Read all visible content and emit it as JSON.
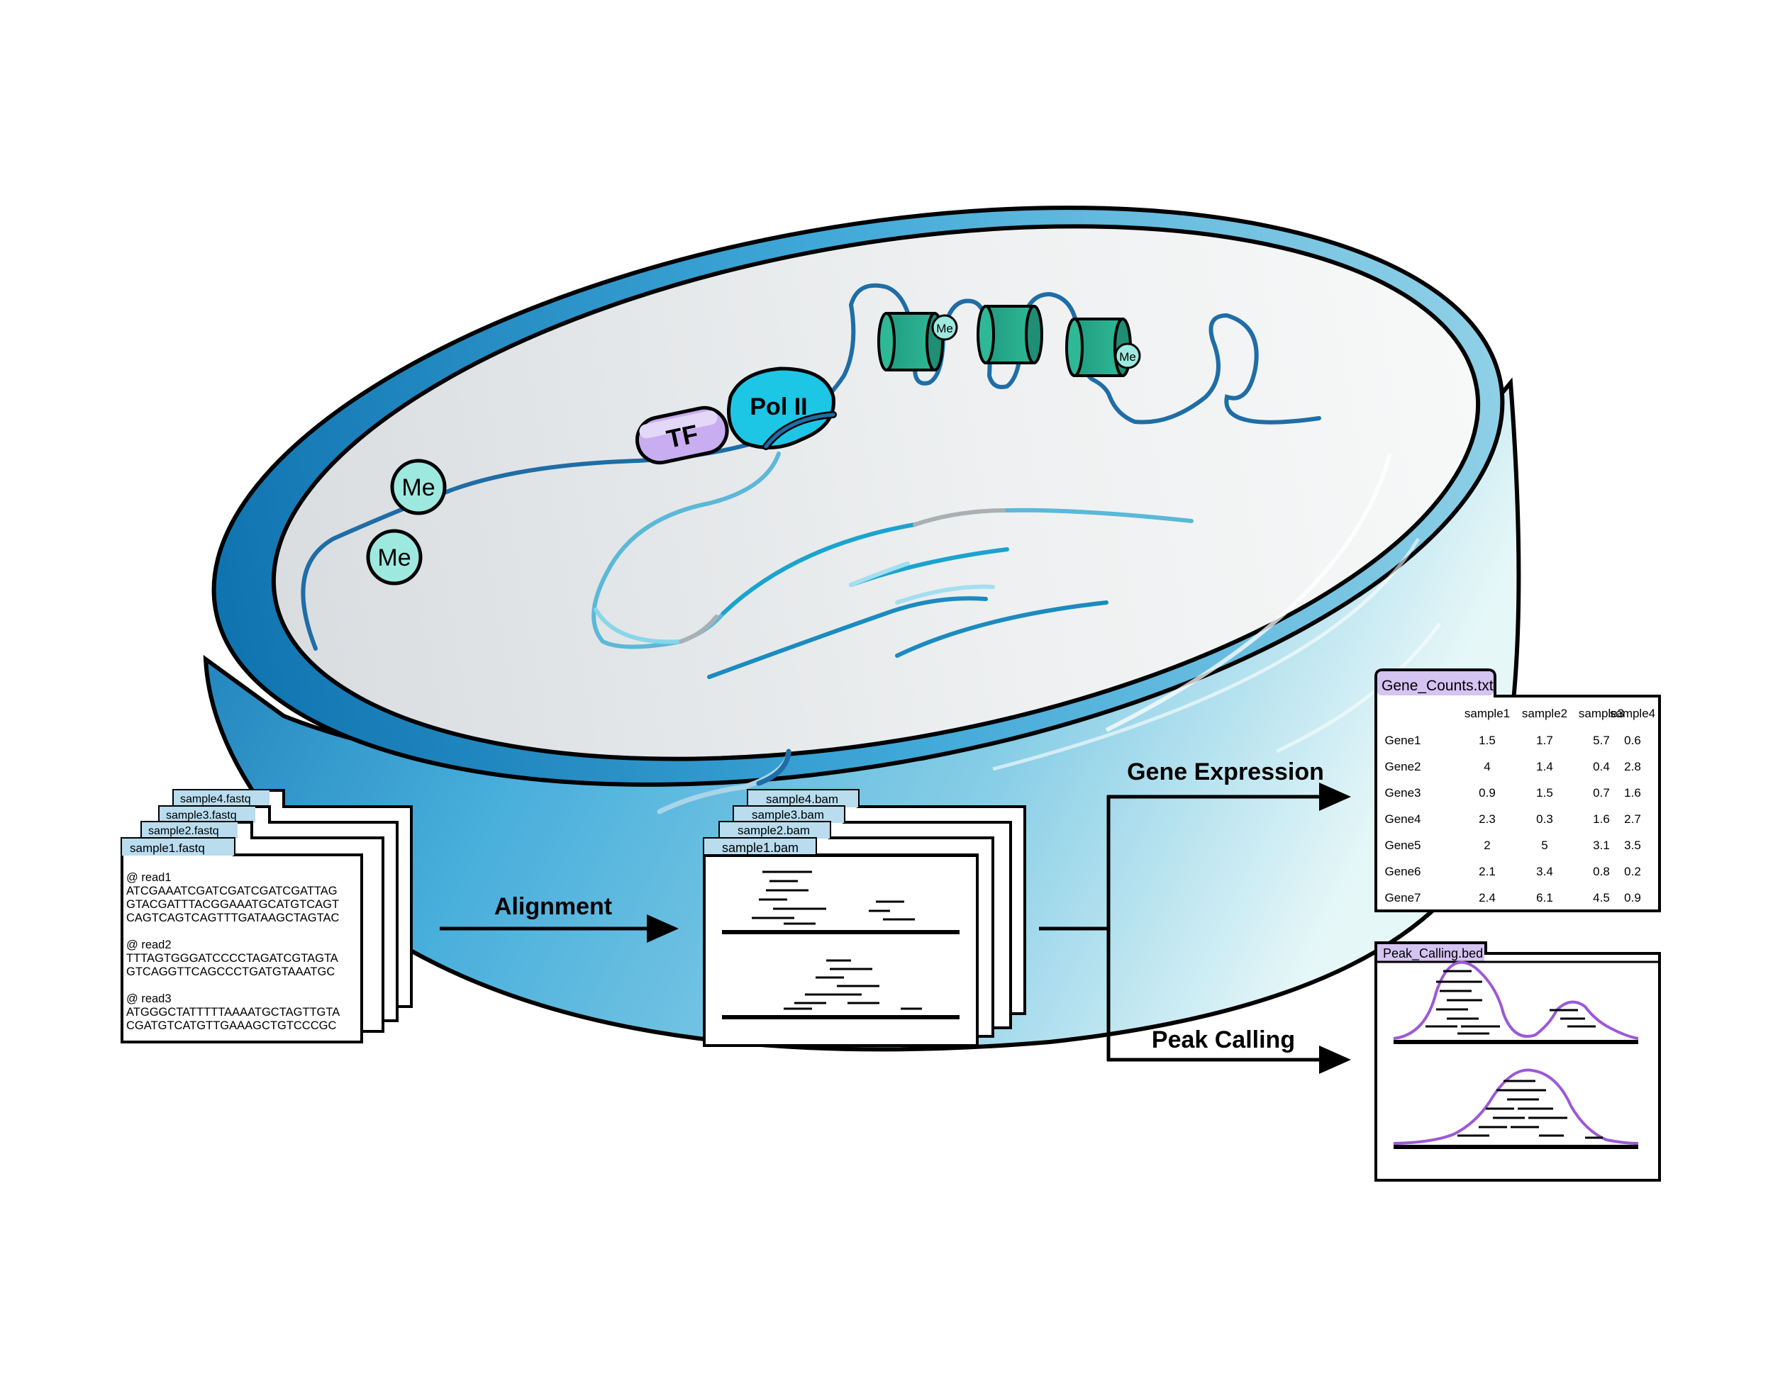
{
  "nucleus": {
    "labels": {
      "tf": "TF",
      "pol2": "Pol II",
      "me": "Me"
    }
  },
  "fastq": {
    "files": [
      "sample4.fastq",
      "sample3.fastq",
      "sample2.fastq",
      "sample1.fastq"
    ],
    "reads": [
      {
        "header": "@ read1",
        "lines": [
          "ATCGAAATCGATCGATCGATCGATTAG",
          "GTACGATTTACGGAAATGCATGTCAGT",
          "CAGTCAGTCAGTTTGATAAGCTAGTAC"
        ]
      },
      {
        "header": "@ read2",
        "lines": [
          "TTTAGTGGGATCCCCTAGATCGTAGTA",
          "GTCAGGTTCAGCCCTGATGTAAATGC"
        ]
      },
      {
        "header": "@ read3",
        "lines": [
          "ATGGGCTATTTTTAAAATGCTAGTTGTA",
          "CGATGTCATGTTGAAAGCTGTCCCGC"
        ]
      }
    ]
  },
  "bam": {
    "files": [
      "sample4.bam",
      "sample3.bam",
      "sample2.bam",
      "sample1.bam"
    ]
  },
  "steps": {
    "alignment": "Alignment",
    "gene_expression": "Gene Expression",
    "peak_calling": "Peak Calling"
  },
  "gene_counts": {
    "file": "Gene_Counts.txt",
    "columns": [
      "sample1",
      "sample2",
      "sample3",
      "sample4"
    ],
    "rows": [
      {
        "gene": "Gene1",
        "values": [
          "1.5",
          "1.7",
          "5.7",
          "0.6"
        ]
      },
      {
        "gene": "Gene2",
        "values": [
          "4",
          "1.4",
          "0.4",
          "2.8"
        ]
      },
      {
        "gene": "Gene3",
        "values": [
          "0.9",
          "1.5",
          "0.7",
          "1.6"
        ]
      },
      {
        "gene": "Gene4",
        "values": [
          "2.3",
          "0.3",
          "1.6",
          "2.7"
        ]
      },
      {
        "gene": "Gene5",
        "values": [
          "2",
          "5",
          "3.1",
          "3.5"
        ]
      },
      {
        "gene": "Gene6",
        "values": [
          "2.1",
          "3.4",
          "0.8",
          "0.2"
        ]
      },
      {
        "gene": "Gene7",
        "values": [
          "2.4",
          "6.1",
          "4.5",
          "0.9"
        ]
      }
    ]
  },
  "peaks": {
    "file": "Peak_Calling.bed"
  },
  "colors": {
    "nucleus_rim": "#2b9fd0",
    "nucleus_side_light": "#cdeef3",
    "nucleoplasm": "#e9ecee",
    "dna": "#1f6da6",
    "nucleosome": "#27a98a",
    "methyl": "#9ee9df",
    "tf": "#c8aef0",
    "pol2": "#1ec6e6",
    "file_tab": "#b9dcee",
    "peak_curve": "#9b59d6",
    "peak_tab": "#d5c3f2"
  }
}
